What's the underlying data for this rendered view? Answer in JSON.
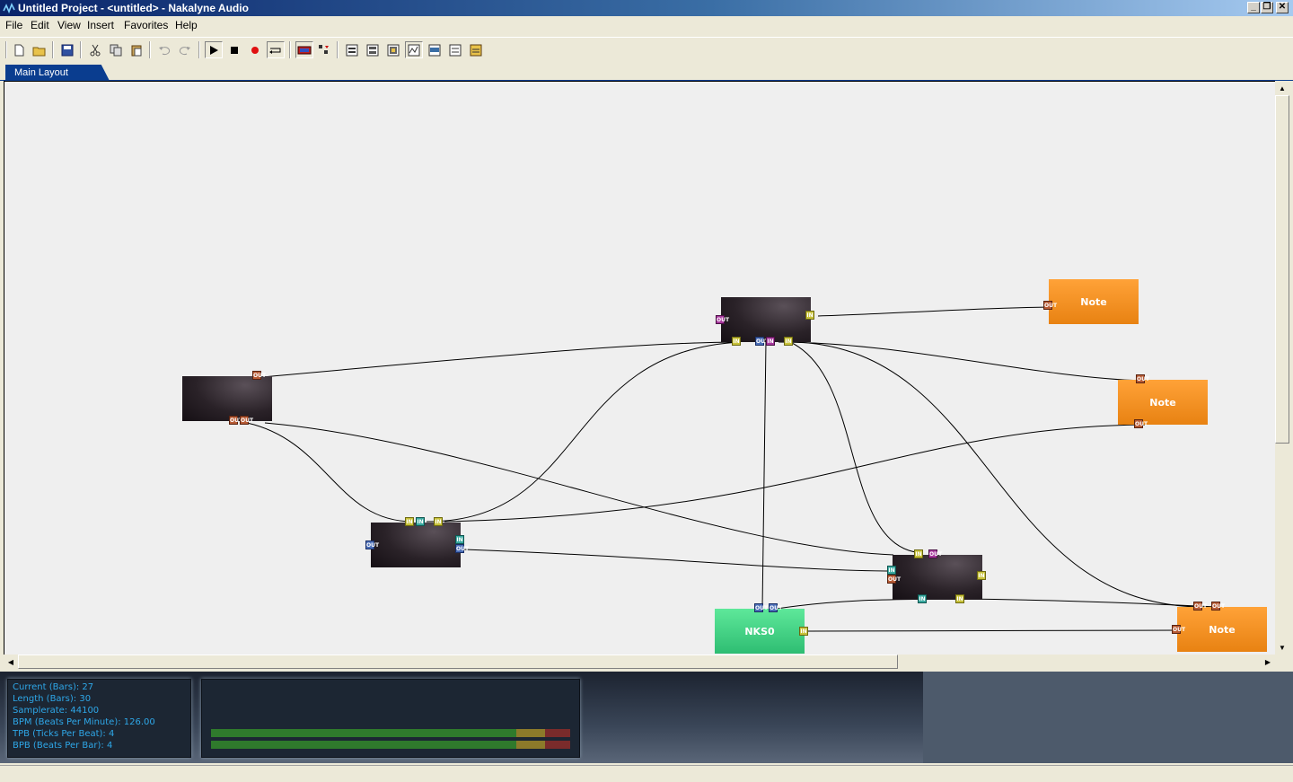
{
  "window": {
    "title": "Untitled Project - <untitled> - Nakalyne Audio",
    "controls": [
      "minimize",
      "restore",
      "close"
    ]
  },
  "menu": {
    "items": [
      "File",
      "Edit",
      "View",
      "Insert",
      "Favorites",
      "Help"
    ]
  },
  "toolbar": {
    "buttons": [
      "new-file",
      "open-folder",
      "save",
      "cut",
      "copy",
      "paste",
      "undo",
      "redo",
      "play",
      "stop",
      "record",
      "loop",
      "mixer",
      "pattern",
      "view-1",
      "view-2",
      "view-3",
      "view-4",
      "view-5",
      "view-6",
      "view-7"
    ]
  },
  "tabs": [
    {
      "label": "Main Layout",
      "active": true
    }
  ],
  "nodes": {
    "note1": "Note",
    "note2": "Note",
    "note3": "Note",
    "nks0": "NKS0"
  },
  "ports": {
    "in": "IN",
    "out": "OUT"
  },
  "info": {
    "current": "Current (Bars): 27",
    "length": "Length (Bars): 30",
    "samplerate": "Samplerate: 44100",
    "bpm": "BPM (Beats Per Minute): 126.00",
    "tpb": "TPB (Ticks Per Beat): 4",
    "bpb": "BPB (Beats Per Bar): 4"
  },
  "meters": [
    0.0,
    0.0
  ],
  "colors": {
    "title_start": "#0a246a",
    "title_end": "#a6caf0",
    "tab": "#0a3d8f",
    "note_node": "#f28c1c",
    "nks_node": "#3dd485",
    "info_text": "#2ea7e8"
  }
}
